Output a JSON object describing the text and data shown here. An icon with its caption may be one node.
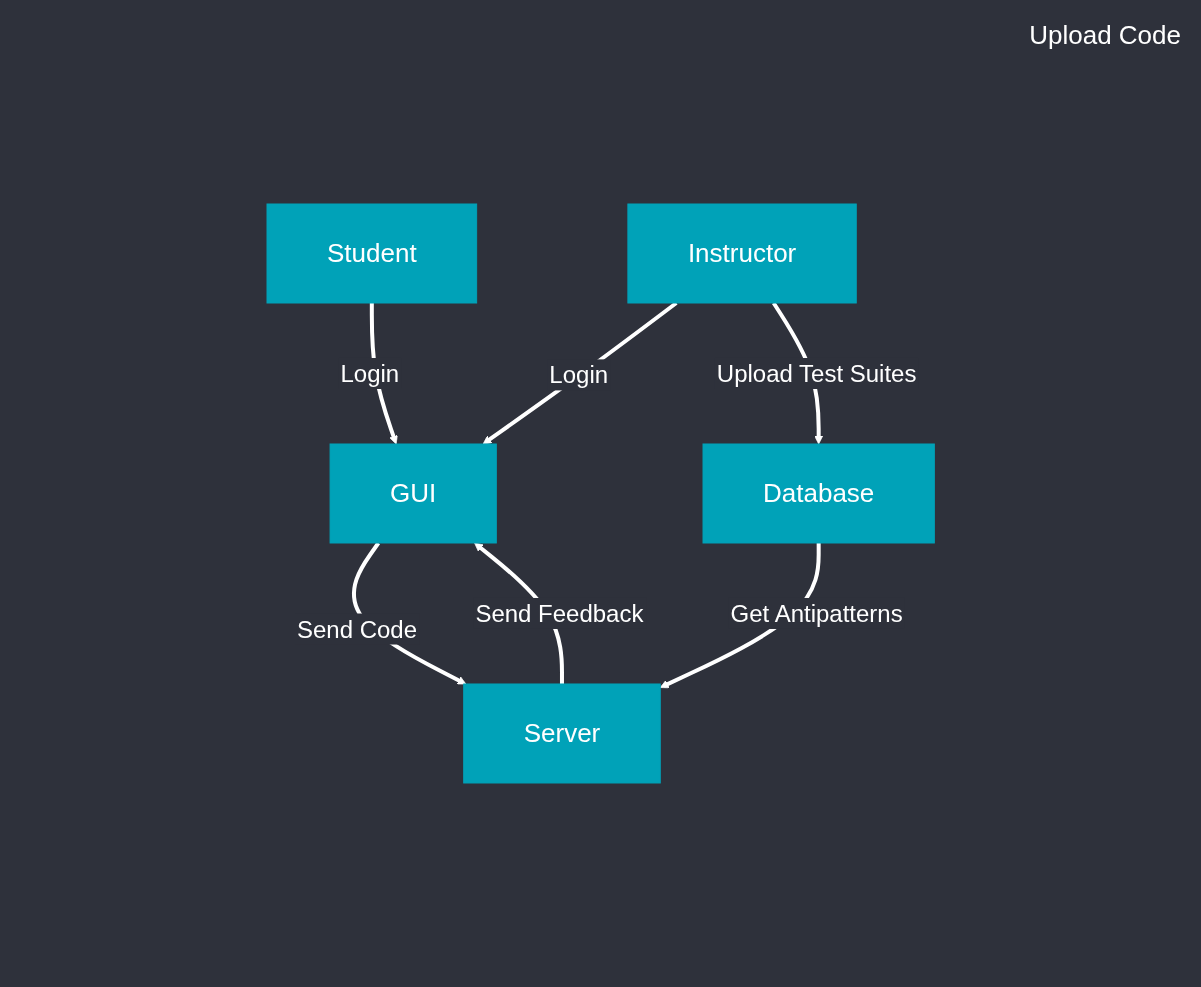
{
  "diagram": {
    "nodes": [
      {
        "text": [
          "Student"
        ]
      },
      {
        "text": [
          "Instructor"
        ]
      },
      {
        "text": [
          "GUI"
        ]
      },
      {
        "text": [
          "Database"
        ]
      },
      {
        "text": [
          "Server"
        ]
      }
    ],
    "edges": [
      {
        "from": 0,
        "to": 2,
        "arrow": "to",
        "label": "Login"
      },
      {
        "from": 1,
        "to": 2,
        "arrow": "to",
        "label": "Login"
      },
      {
        "from": 1,
        "to": 3,
        "arrow": "to",
        "label": "Upload Test Suites"
      },
      {
        "from": 2,
        "to": 4,
        "arrow": "to",
        "label": "Send Code"
      },
      {
        "from": 4,
        "to": 2,
        "arrow": "to",
        "label": "Send Feedback"
      },
      {
        "from": 3,
        "to": 4,
        "arrow": "to",
        "label": "Get Antipatterns"
      }
    ],
    "labels": [
      "Upload Code"
    ]
  }
}
